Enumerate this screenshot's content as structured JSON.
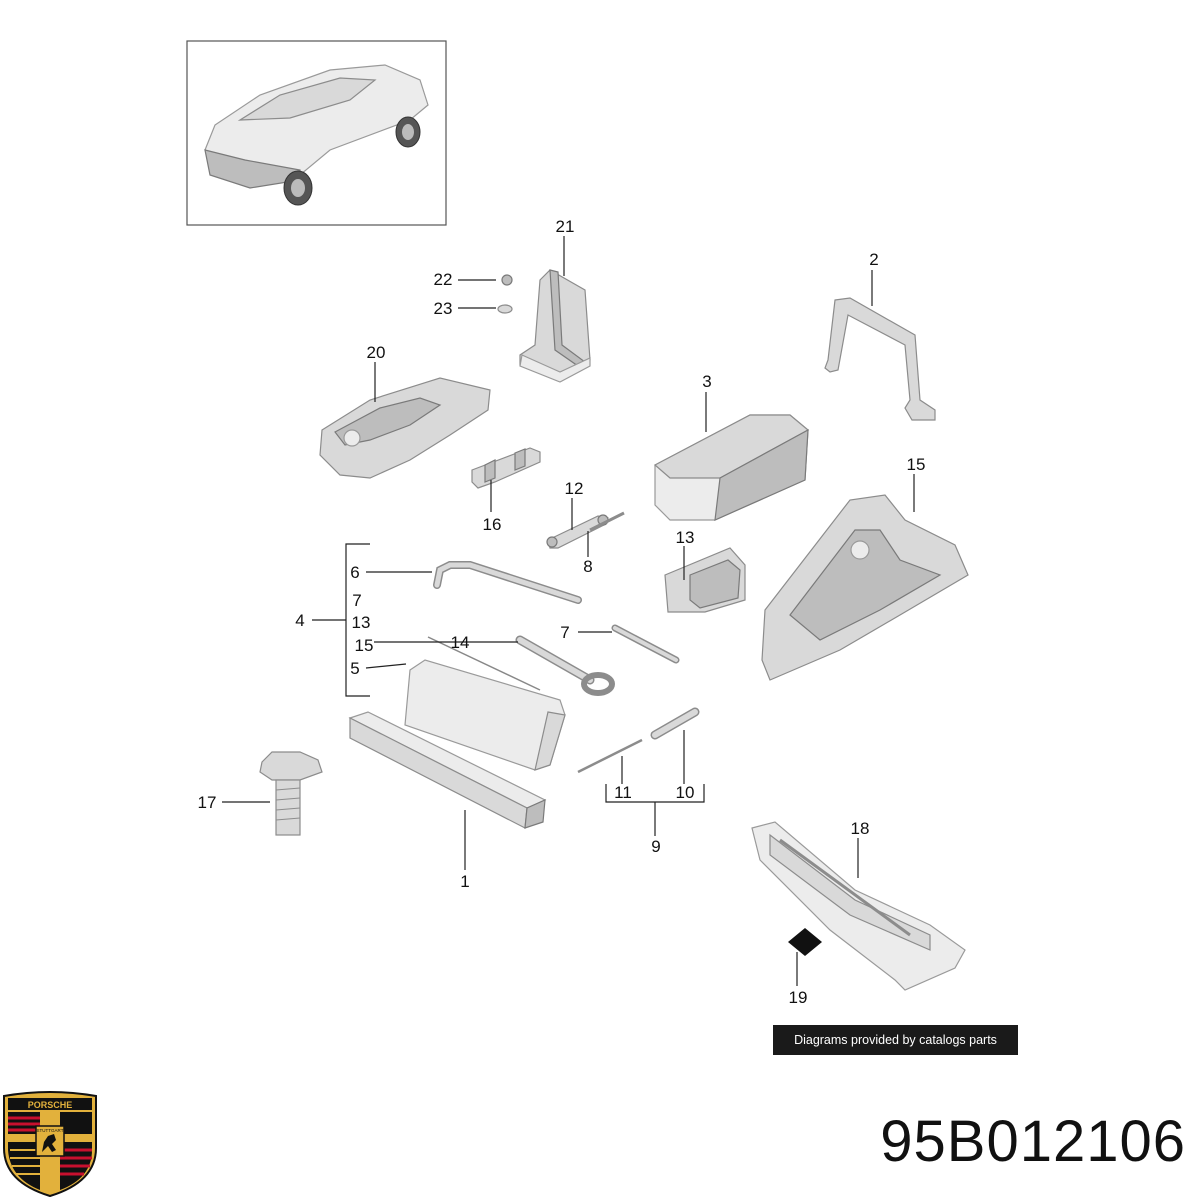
{
  "callouts": [
    {
      "id": "c1",
      "label": "1"
    },
    {
      "id": "c2",
      "label": "2"
    },
    {
      "id": "c3",
      "label": "3"
    },
    {
      "id": "c4",
      "label": "4"
    },
    {
      "id": "c5",
      "label": "5"
    },
    {
      "id": "c6",
      "label": "6"
    },
    {
      "id": "c7a",
      "label": "7"
    },
    {
      "id": "c7b",
      "label": "7"
    },
    {
      "id": "c8",
      "label": "8"
    },
    {
      "id": "c9",
      "label": "9"
    },
    {
      "id": "c10",
      "label": "10"
    },
    {
      "id": "c11",
      "label": "11"
    },
    {
      "id": "c12",
      "label": "12"
    },
    {
      "id": "c13a",
      "label": "13"
    },
    {
      "id": "c13b",
      "label": "13"
    },
    {
      "id": "c14",
      "label": "14"
    },
    {
      "id": "c15a",
      "label": "15"
    },
    {
      "id": "c15b",
      "label": "15"
    },
    {
      "id": "c16",
      "label": "16"
    },
    {
      "id": "c17",
      "label": "17"
    },
    {
      "id": "c18",
      "label": "18"
    },
    {
      "id": "c19",
      "label": "19"
    },
    {
      "id": "c20",
      "label": "20"
    },
    {
      "id": "c21",
      "label": "21"
    },
    {
      "id": "c22",
      "label": "22"
    },
    {
      "id": "c23",
      "label": "23"
    }
  ],
  "credit": "Diagrams provided by catalogs parts",
  "part_number": "95B012106",
  "logo": {
    "name": "porsche-crest",
    "text_top": "PORSCHE",
    "text_center": "STUTTGART",
    "colors": {
      "gold": "#e2b13c",
      "red": "#c8102e",
      "black": "#111111"
    }
  }
}
